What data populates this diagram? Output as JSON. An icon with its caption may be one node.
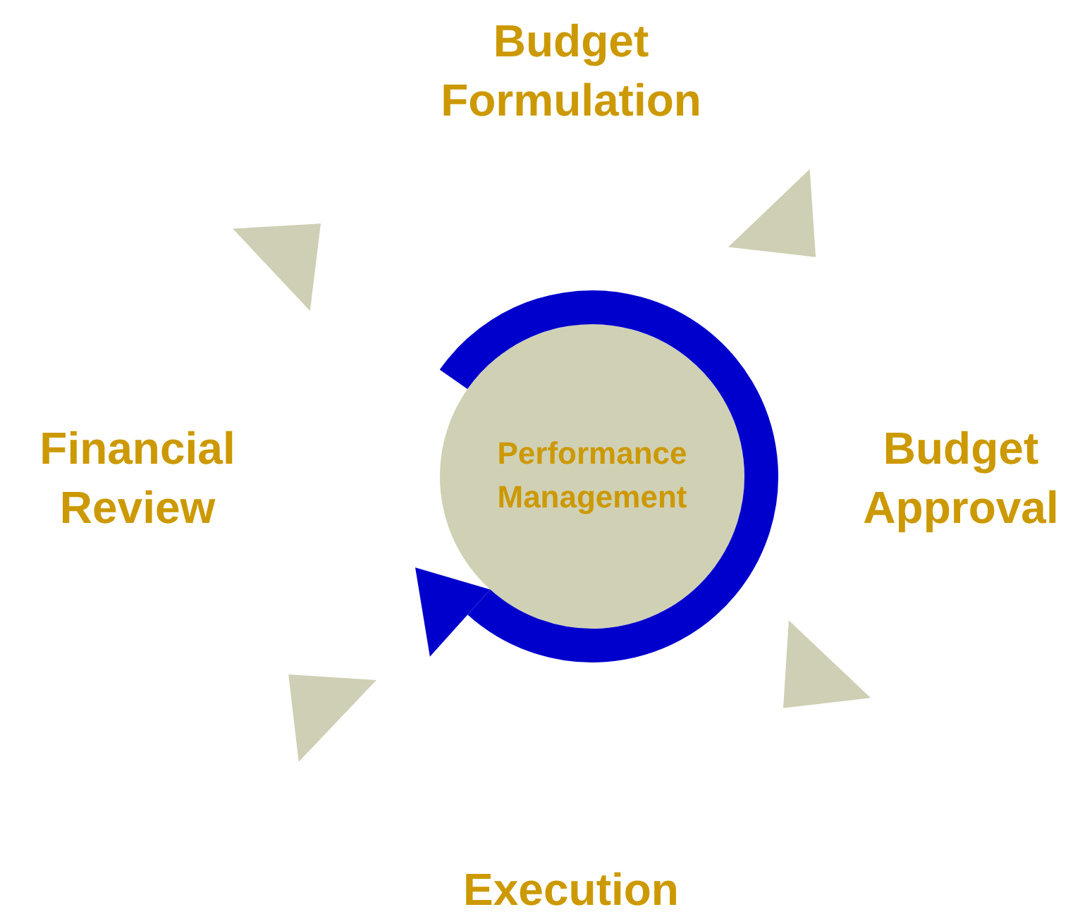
{
  "diagram": {
    "nodes": [
      {
        "text": [
          "Budget Formulation"
        ]
      },
      {
        "text": [
          "Budget Approval"
        ]
      },
      {
        "text": [
          "Execution"
        ]
      },
      {
        "text": [
          "Financial Review"
        ]
      },
      {
        "text": [
          "Performance Management"
        ]
      }
    ]
  }
}
